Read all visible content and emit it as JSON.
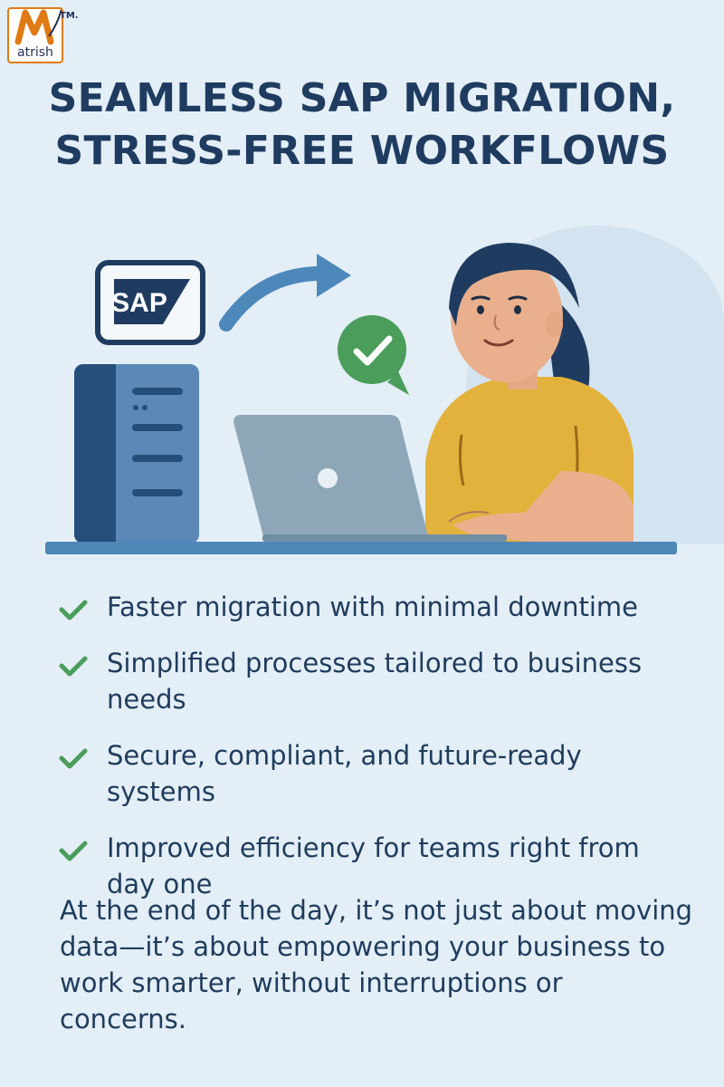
{
  "brand": {
    "name": "atrish",
    "mark": "M",
    "trademark": "TM."
  },
  "title": {
    "line1": "SEAMLESS SAP MIGRATION,",
    "line2": "STRESS-FREE WORKFLOWS"
  },
  "illustration": {
    "sap_logo_text": "SAP"
  },
  "benefits": [
    "Faster migration with minimal downtime",
    "Simplified processes tailored to business needs",
    "Secure, compliant, and future-ready systems",
    "Improved efficiency for teams right from day one"
  ],
  "closing": "At the end of the day, it’s not just about moving data—it’s about empowering your business to work smarter, without interruptions or concerns.",
  "colors": {
    "background": "#e3eef6",
    "title": "#1f3c60",
    "check": "#4a9d5b",
    "accent_orange": "#e07a14",
    "shirt": "#e3b23c",
    "server": "#3d6d99"
  }
}
